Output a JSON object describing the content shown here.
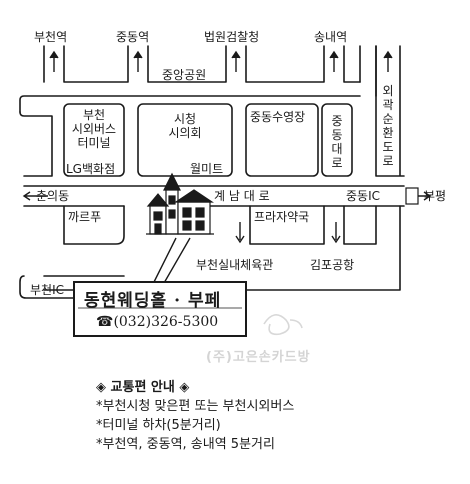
{
  "labels": {
    "bucheon_station": "부천역",
    "jungdong_station": "중동역",
    "court_prosecution": "법원검찰청",
    "songnae_station": "송내역",
    "jungang_park": "중앙공원",
    "oegwak_road": "외곽순환도로",
    "bucheon_terminal": "부천\n시외버스\n터미널",
    "lg_department": "LG백화점",
    "city_hall": "시청\n시의회",
    "jungdong_pool": "중동수영장",
    "jungdong_daero": "중동대로",
    "wellmart": "월미트",
    "chunui_dong": "춘의동",
    "gyenam_daero": "계 남 대 로",
    "jungdong_ic": "중동IC",
    "bupyeong": "부평",
    "carrefour": "까르푸",
    "plaza_pharmacy": "프라자약국",
    "bucheon_gym": "부천실내체육관",
    "gimpo_airport": "김포공항",
    "bucheon_ic": "부천IC"
  },
  "card": {
    "title": "동현웨딩홀 · 부페",
    "phone": "☎(032)326-5300"
  },
  "watermark": "(주)고은손카드방",
  "transit": {
    "title": "◈ 교통편 안내 ◈",
    "items": [
      "*부천시청 맞은편 또는 부천시외버스",
      "*터미널 하차(5분거리)",
      "*부천역, 중동역, 송내역 5분거리"
    ]
  },
  "icons": {
    "venue": "wedding-hall-building-icon",
    "arrow": "road-arrow-icon"
  },
  "colors": {
    "ink": "#1a1a1a",
    "watermark": "#d4d4d4"
  }
}
